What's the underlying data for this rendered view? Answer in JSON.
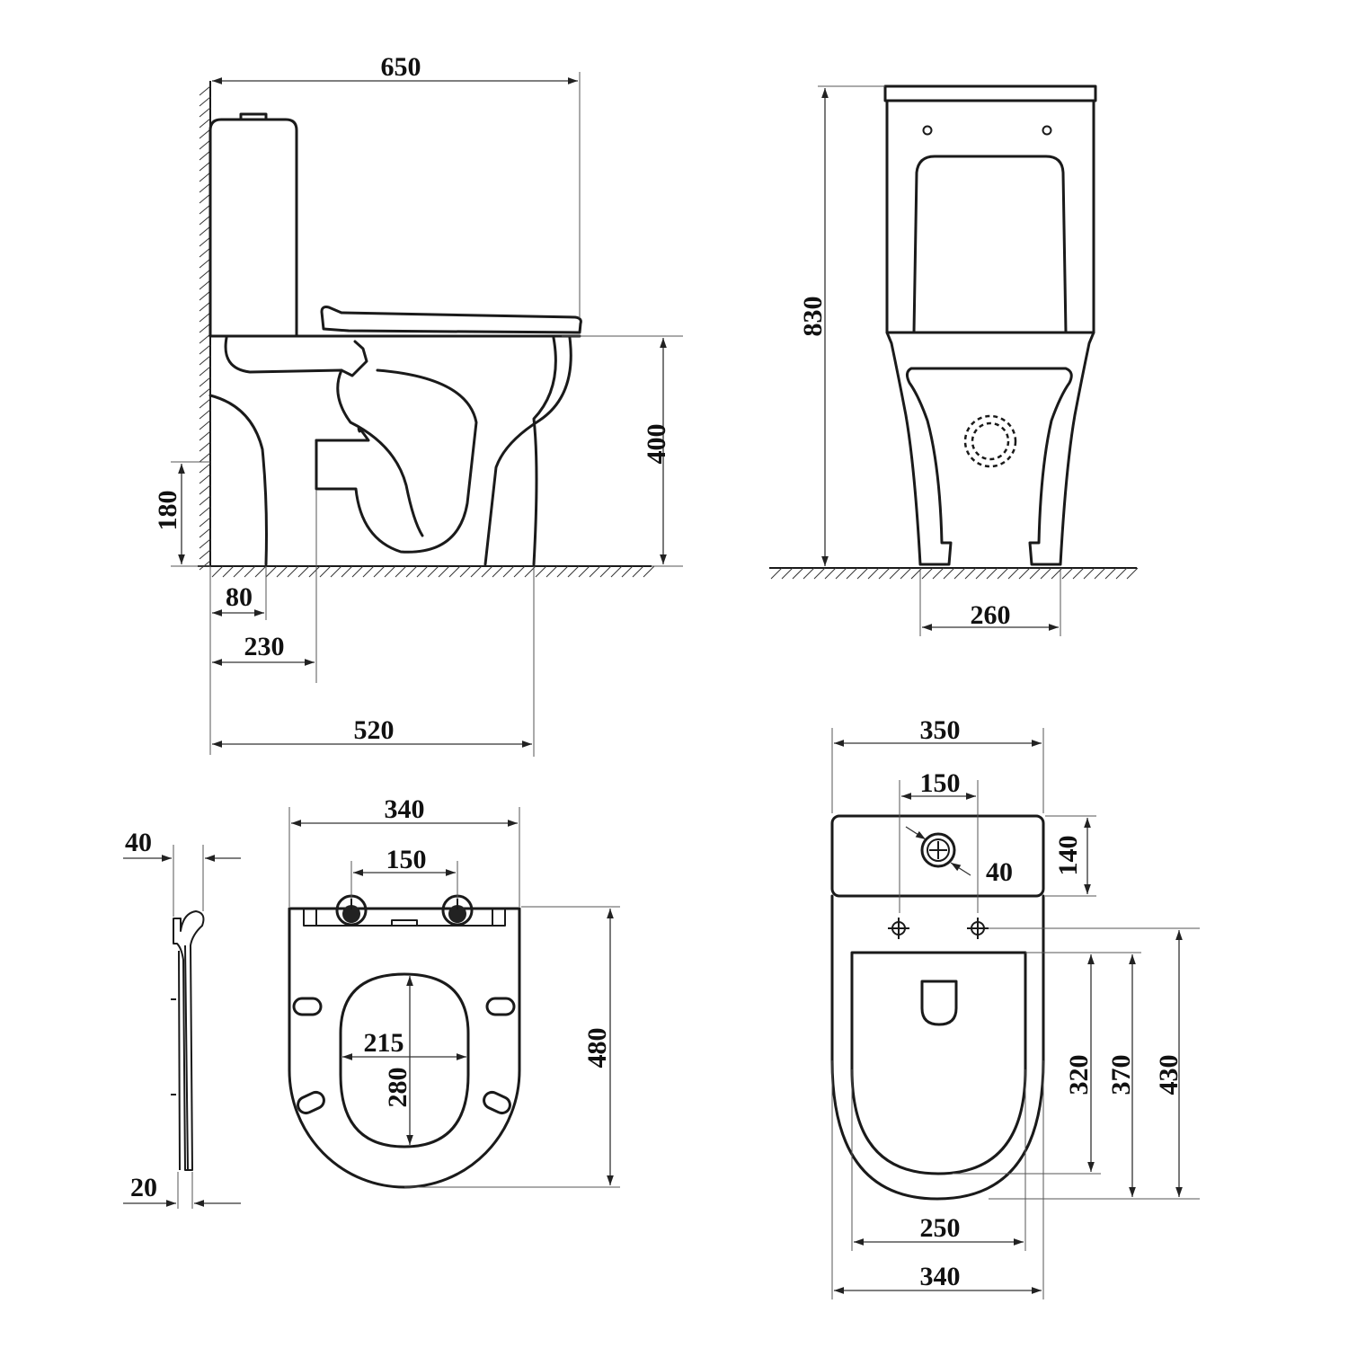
{
  "side_view": {
    "overall_length": "650",
    "seat_height": "400",
    "outlet_height": "180",
    "wall_to_foot": "80",
    "wall_to_outlet": "230",
    "base_length": "520"
  },
  "front_view": {
    "overall_height": "830",
    "foot_spacing": "260"
  },
  "seat_profile": {
    "thickness_top": "40",
    "thickness_bottom": "20"
  },
  "seat_plan": {
    "width": "340",
    "hinge_spacing": "150",
    "opening_width": "215",
    "opening_length": "280",
    "length": "480"
  },
  "top_view": {
    "cistern_width": "350",
    "hole_spacing": "150",
    "cistern_depth": "140",
    "button_diameter": "40",
    "depth_320": "320",
    "depth_370": "370",
    "depth_430": "430",
    "bowl_width": "250",
    "bowl_outer_width": "340"
  },
  "colors": {
    "line": "#1a1a1a",
    "background": "#ffffff"
  }
}
